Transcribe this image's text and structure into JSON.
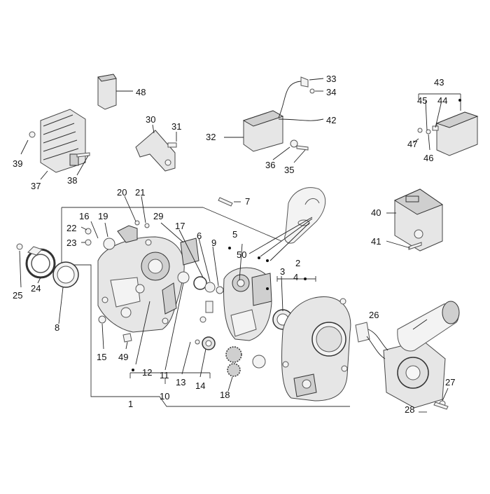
{
  "diagram": {
    "callouts": [
      "1",
      "2",
      "3",
      "4",
      "5",
      "6",
      "7",
      "8",
      "9",
      "10",
      "11",
      "12",
      "13",
      "14",
      "15",
      "16",
      "17",
      "18",
      "19",
      "20",
      "21",
      "22",
      "23",
      "24",
      "25",
      "26",
      "27",
      "28",
      "29",
      "30",
      "31",
      "32",
      "33",
      "34",
      "35",
      "36",
      "37",
      "38",
      "39",
      "40",
      "41",
      "42",
      "43",
      "44",
      "45",
      "46",
      "47",
      "48",
      "49",
      "50"
    ]
  },
  "colors": {
    "line": "#222222",
    "part_fill": "#e6e6e6",
    "part_dark": "#cfcfcf",
    "background": "#ffffff"
  }
}
